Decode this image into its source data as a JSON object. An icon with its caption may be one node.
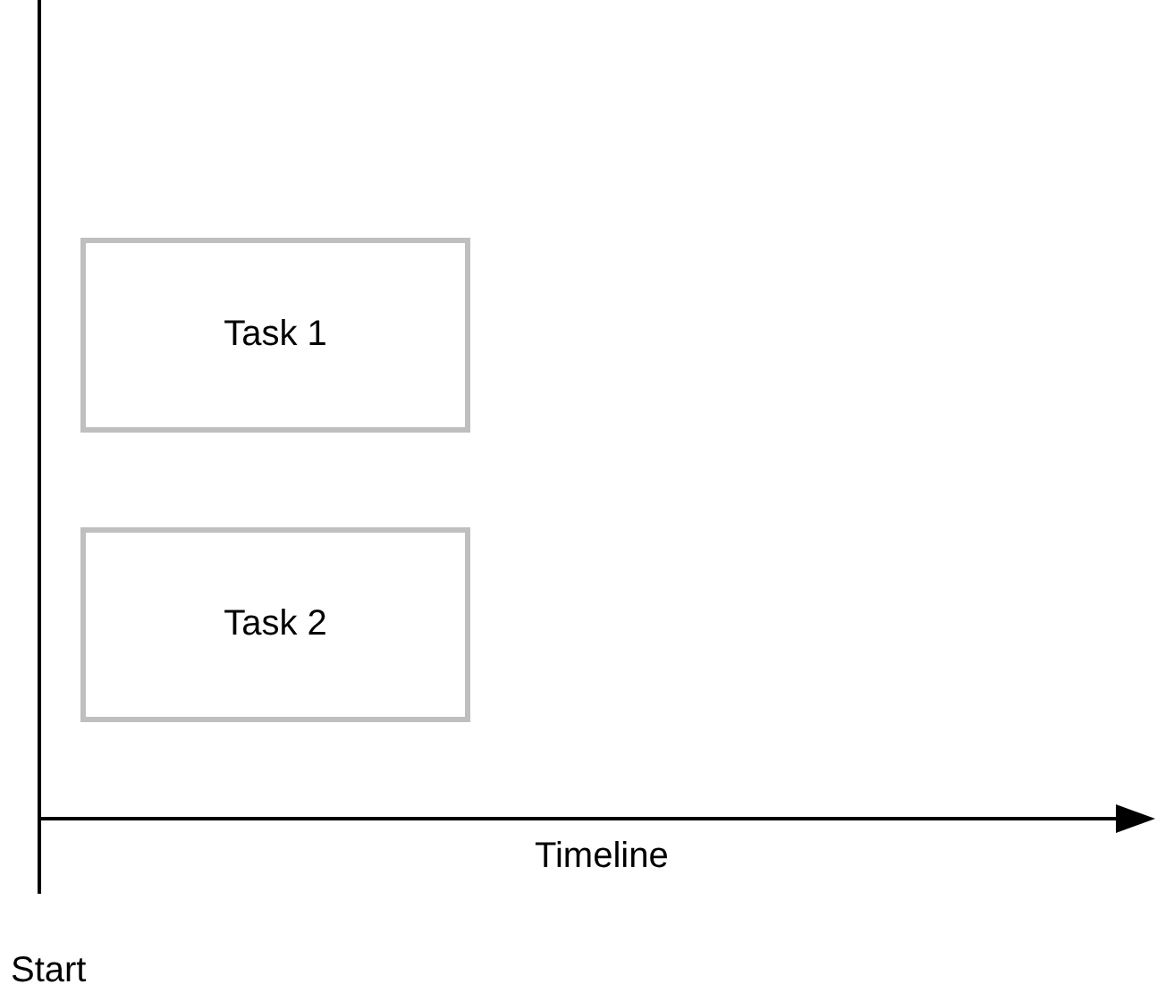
{
  "diagram": {
    "nodes": [
      {
        "text": [
          "Task 1"
        ]
      },
      {
        "text": [
          "Task 2"
        ]
      }
    ],
    "labels": [
      "Timeline",
      "Start"
    ]
  }
}
